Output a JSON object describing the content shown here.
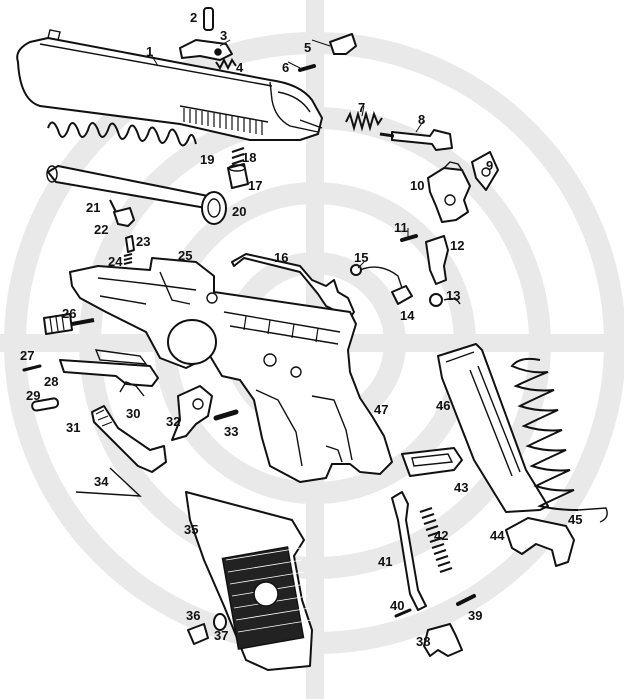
{
  "colors": {
    "ink": "#111111",
    "background": "#ffffff",
    "watermark": "#e9e9e9"
  },
  "watermark": {
    "icon": "crosshair-target-icon"
  },
  "parts": [
    {
      "number": "1"
    },
    {
      "number": "2"
    },
    {
      "number": "3"
    },
    {
      "number": "4"
    },
    {
      "number": "5"
    },
    {
      "number": "6"
    },
    {
      "number": "7"
    },
    {
      "number": "8"
    },
    {
      "number": "9"
    },
    {
      "number": "10"
    },
    {
      "number": "11"
    },
    {
      "number": "12"
    },
    {
      "number": "13"
    },
    {
      "number": "14"
    },
    {
      "number": "15"
    },
    {
      "number": "16"
    },
    {
      "number": "17"
    },
    {
      "number": "18"
    },
    {
      "number": "19"
    },
    {
      "number": "20"
    },
    {
      "number": "21"
    },
    {
      "number": "22"
    },
    {
      "number": "23"
    },
    {
      "number": "24"
    },
    {
      "number": "25"
    },
    {
      "number": "26"
    },
    {
      "number": "27"
    },
    {
      "number": "28"
    },
    {
      "number": "29"
    },
    {
      "number": "30"
    },
    {
      "number": "31"
    },
    {
      "number": "32"
    },
    {
      "number": "33"
    },
    {
      "number": "34"
    },
    {
      "number": "35"
    },
    {
      "number": "36"
    },
    {
      "number": "37"
    },
    {
      "number": "38"
    },
    {
      "number": "39"
    },
    {
      "number": "40"
    },
    {
      "number": "41"
    },
    {
      "number": "42"
    },
    {
      "number": "43"
    },
    {
      "number": "44"
    },
    {
      "number": "45"
    },
    {
      "number": "46"
    },
    {
      "number": "47"
    }
  ]
}
